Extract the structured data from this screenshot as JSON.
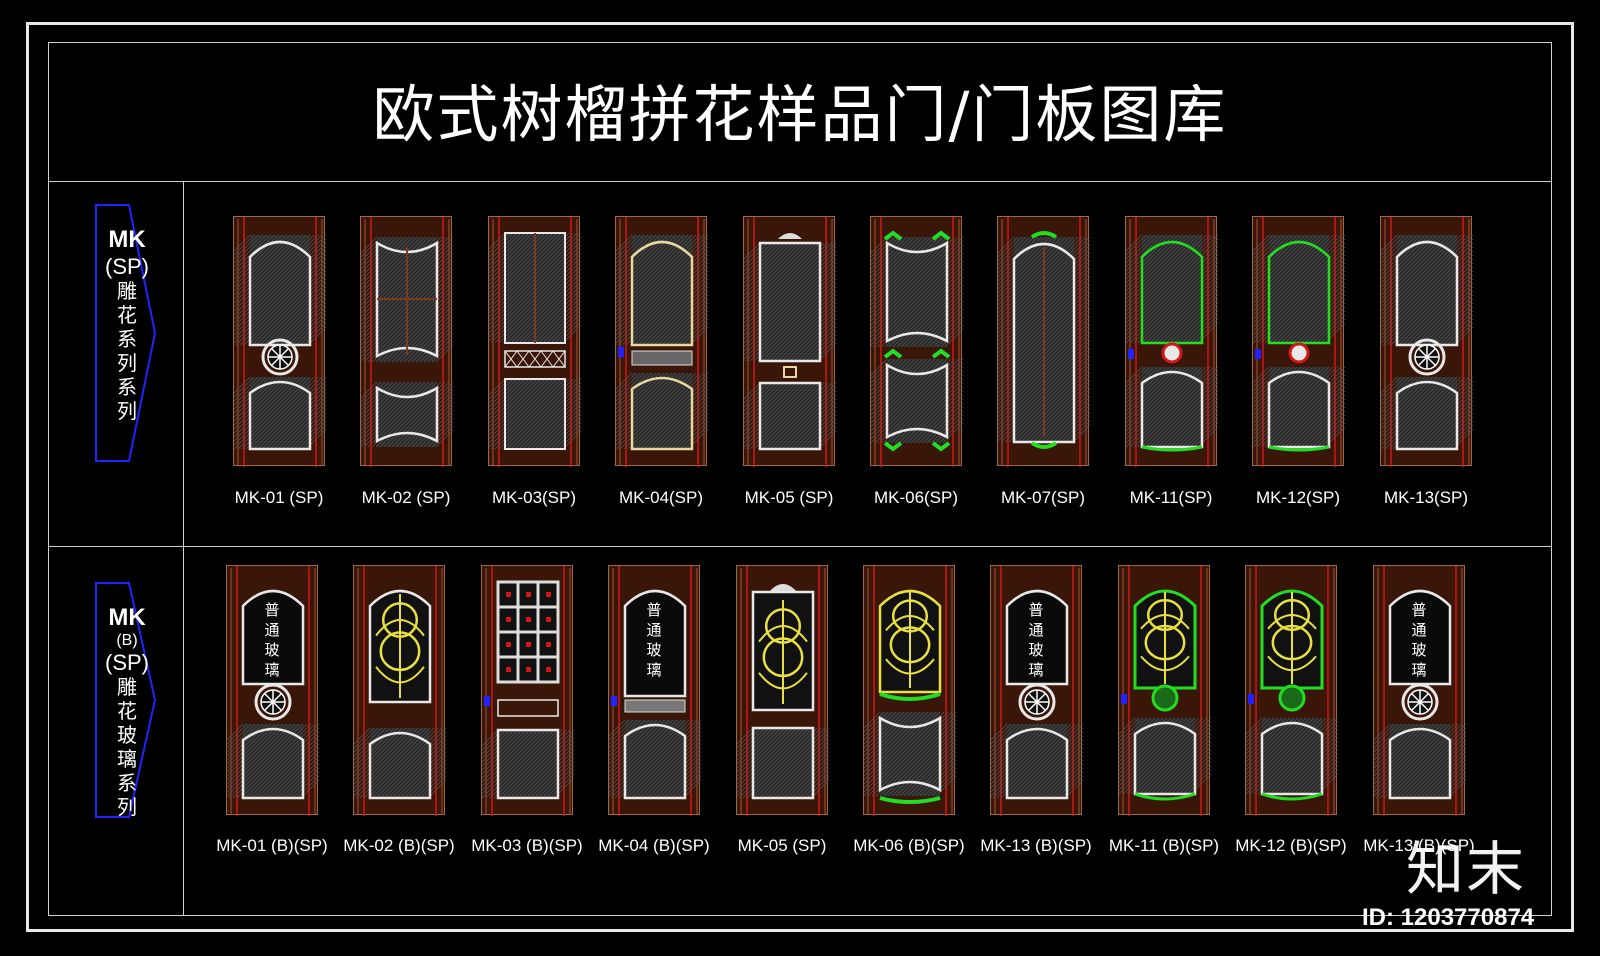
{
  "title": "欧式树榴拼花样品门/门板图库",
  "rows": [
    {
      "tag": {
        "code": "MK",
        "code2": "",
        "sub": "(SP)",
        "text": [
          "雕",
          "花",
          "系",
          "列",
          "系",
          "列"
        ]
      },
      "doors": [
        {
          "label": "MK-01 (SP)",
          "style": "arch-wheel"
        },
        {
          "label": "MK-02 (SP)",
          "style": "bow"
        },
        {
          "label": "MK-03(SP)",
          "style": "lattice"
        },
        {
          "label": "MK-04(SP)",
          "style": "carved-mid"
        },
        {
          "label": "MK-05 (SP)",
          "style": "crown"
        },
        {
          "label": "MK-06(SP)",
          "style": "green-double"
        },
        {
          "label": "MK-07(SP)",
          "style": "tall"
        },
        {
          "label": "MK-11(SP)",
          "style": "green-medallion"
        },
        {
          "label": "MK-12(SP)",
          "style": "green-medallion"
        },
        {
          "label": "MK-13(SP)",
          "style": "arch-wheel"
        }
      ]
    },
    {
      "tag": {
        "code": "MK",
        "code2": "(B)",
        "sub": "(SP)",
        "text": [
          "雕",
          "花",
          "玻",
          "璃",
          "系",
          "列"
        ]
      },
      "doors": [
        {
          "label": "MK-01 (B)(SP)",
          "style": "glass-wheel",
          "glass": [
            "普",
            "通",
            "玻",
            "璃"
          ]
        },
        {
          "label": "MK-02 (B)(SP)",
          "style": "gold-glass"
        },
        {
          "label": "MK-03 (B)(SP)",
          "style": "grid-glass"
        },
        {
          "label": "MK-04 (B)(SP)",
          "style": "glass-plain",
          "glass": [
            "普",
            "通",
            "玻",
            "璃"
          ]
        },
        {
          "label": "MK-05 (SP)",
          "style": "gold-crown"
        },
        {
          "label": "MK-06 (B)(SP)",
          "style": "gold-green"
        },
        {
          "label": "MK-13 (B)(SP)",
          "style": "glass-wheel",
          "glass": [
            "普",
            "通",
            "玻",
            "璃"
          ]
        },
        {
          "label": "MK-11 (B)(SP)",
          "style": "green-gold"
        },
        {
          "label": "MK-12 (B)(SP)",
          "style": "green-gold"
        },
        {
          "label": "MK-13 (B)(SP)",
          "style": "glass-wheel",
          "glass": [
            "普",
            "通",
            "玻",
            "璃"
          ]
        }
      ]
    }
  ],
  "logo": "知末",
  "watermark_id": "ID: 1203770874",
  "colors": {
    "wood": "#3a1608",
    "line": "#e8e8e8",
    "red": "#d01818",
    "green": "#22dd22",
    "gold": "#e8e040",
    "blue": "#2222ff"
  }
}
